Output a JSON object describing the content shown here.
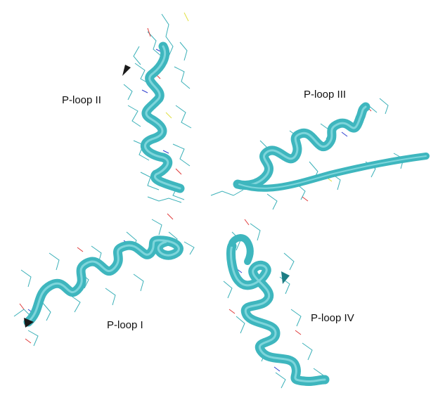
{
  "labels": {
    "p_loop_1": "P-loop I",
    "p_loop_2": "P-loop II",
    "p_loop_3": "P-loop III",
    "p_loop_4": "P-loop IV"
  },
  "colors": {
    "ribbon": "#3eb6be",
    "ribbon_dark": "#1e7d84",
    "ribbon_light": "#8fdde2",
    "carbon": "#3ab0b8",
    "oxygen": "#e03a3a",
    "nitrogen": "#2f3fd0",
    "sulfur": "#e0e040",
    "background": "#ffffff"
  }
}
